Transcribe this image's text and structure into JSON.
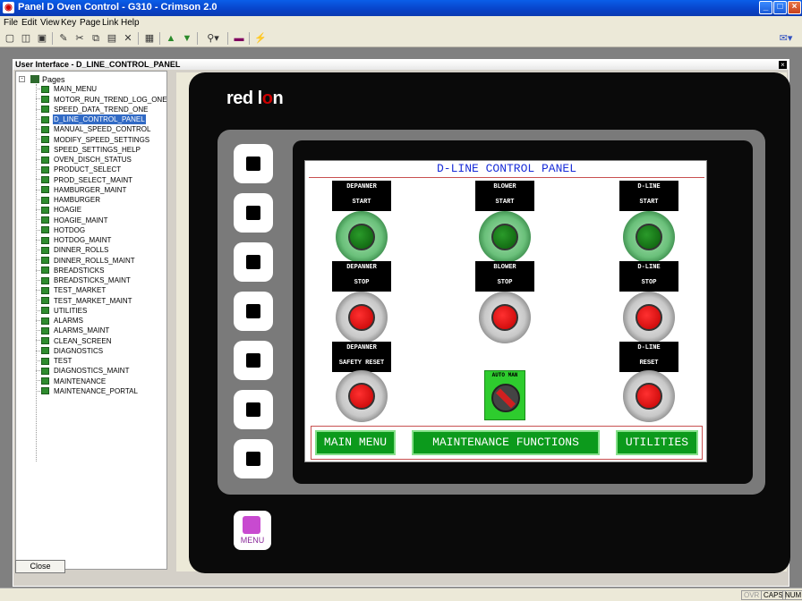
{
  "window": {
    "title": "Panel D Oven Control - G310 - Crimson 2.0"
  },
  "menu": [
    "File",
    "Edit",
    "View",
    "Key",
    "Page",
    "Link",
    "Help"
  ],
  "toolbar": [
    "new-icon",
    "open-icon",
    "save-icon",
    "edit-icon",
    "cut-icon",
    "copy-icon",
    "paste-icon",
    "delete-icon",
    "properties-icon",
    "up-icon",
    "down-icon",
    "find-icon",
    "display-icon",
    "lightning-icon",
    "help-icon"
  ],
  "child": {
    "title": "User Interface - D_LINE_CONTROL_PANEL"
  },
  "tree": {
    "root": "Pages",
    "selected": "D_LINE_CONTROL_PANEL",
    "items": [
      "MAIN_MENU",
      "MOTOR_RUN_TREND_LOG_ONE",
      "SPEED_DATA_TREND_ONE",
      "D_LINE_CONTROL_PANEL",
      "MANUAL_SPEED_CONTROL",
      "MODIFY_SPEED_SETTINGS",
      "SPEED_SETTINGS_HELP",
      "OVEN_DISCH_STATUS",
      "PRODUCT_SELECT",
      "PROD_SELECT_MAINT",
      "HAMBURGER_MAINT",
      "HAMBURGER",
      "HOAGIE",
      "HOAGIE_MAINT",
      "HOTDOG",
      "HOTDOG_MAINT",
      "DINNER_ROLLS",
      "DINNER_ROLLS_MAINT",
      "BREADSTICKS",
      "BREADSTICKS_MAINT",
      "TEST_MARKET",
      "TEST_MARKET_MAINT",
      "UTILITIES",
      "ALARMS",
      "ALARMS_MAINT",
      "CLEAN_SCREEN",
      "DIAGNOSTICS",
      "TEST",
      "DIAGNOSTICS_MAINT",
      "MAINTENANCE",
      "MAINTENANCE_PORTAL"
    ]
  },
  "close_label": "Close",
  "device": {
    "brand_a": "red l",
    "brand_b": "o",
    "brand_c": "n",
    "menu_key": "MENU"
  },
  "hmi": {
    "title": "D-LINE CONTROL PANEL",
    "labels": {
      "dep_start": [
        "DEPANNER",
        "START"
      ],
      "blower_start": [
        "BLOWER",
        "START"
      ],
      "dline_start": [
        "D-LINE",
        "START"
      ],
      "dep_stop": [
        "DEPANNER",
        "STOP"
      ],
      "blower_stop": [
        "BLOWER",
        "STOP"
      ],
      "dline_stop": [
        "D-LINE",
        "STOP"
      ],
      "dep_reset": [
        "DEPANNER",
        "SAFETY RESET"
      ],
      "dline_reset": [
        "D-LINE",
        "RESET"
      ]
    },
    "selector_label": "AUTO MAN",
    "nav": {
      "main": "MAIN MENU",
      "maint": "MAINTENANCE FUNCTIONS",
      "util": "UTILITIES"
    }
  },
  "status": {
    "over": "OVR",
    "caps": "CAPS",
    "num": "NUM"
  },
  "colors": {
    "title_text": "#1a2ed8",
    "button_green": "#0c9a1c",
    "stop_red": "#ff2020",
    "start_green": "#0a5a0a"
  }
}
